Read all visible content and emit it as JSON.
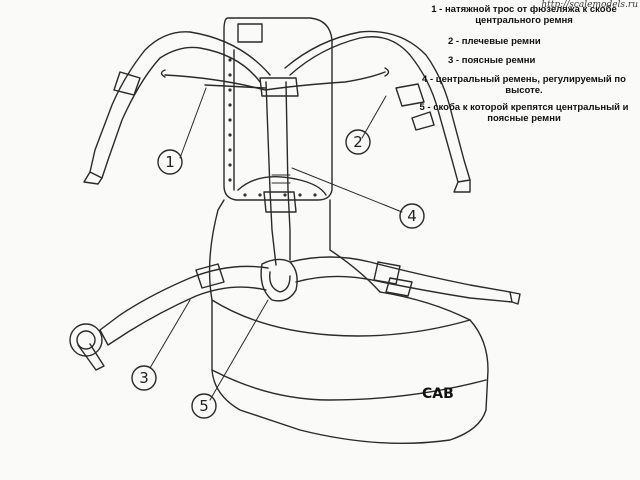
{
  "watermark": "http://scalemodels.ru",
  "legend": [
    {
      "num": "1",
      "text": "1 - натяжной трос от фюзеляжа к скобе центрального ремня"
    },
    {
      "num": "2",
      "text": "2 - плечевые ремни"
    },
    {
      "num": "3",
      "text": "3 - поясные ремни"
    },
    {
      "num": "4",
      "text": "4 - центральный ремень, регулируемый по высоте."
    },
    {
      "num": "5",
      "text": "5 - скоба к которой крепятся центральный и поясные ремни"
    }
  ],
  "callouts": [
    "1",
    "2",
    "3",
    "4",
    "5"
  ],
  "stamp": "САВ"
}
